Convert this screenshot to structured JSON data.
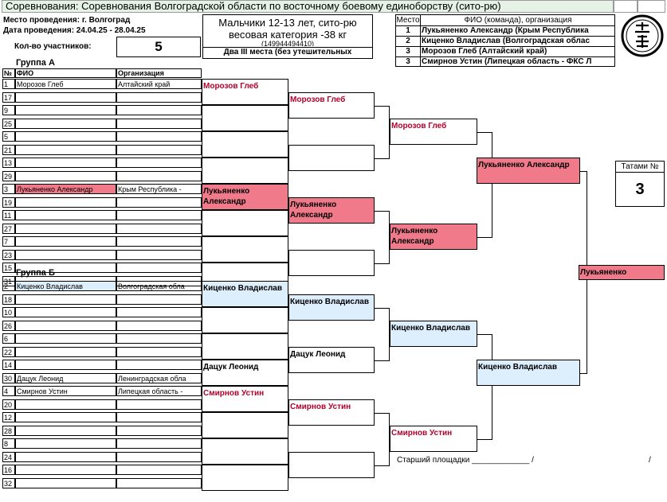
{
  "header": {
    "competition": "Соревнования: Соревнования Волгоградской области по восточному боевому единоборству (сито-рю)",
    "place": "Место проведения: г. Волгоград",
    "dates": "Дата проведения: 24.04.25 - 28.04.25",
    "participants_label": "Кол-во участников:",
    "participants_count": "5",
    "category_line1": "Мальчики 12-13 лет, сито-рю",
    "category_line2": "весовая категория -38 кг",
    "category_code": "(149944494410)",
    "third_place_note": "Два III места (без утешительных"
  },
  "winners": {
    "header_place": "Место",
    "header_name": "ФИО (команда), организация",
    "rows": [
      {
        "place": "1",
        "name": "Лукьяненко Александр  (Крым Республика"
      },
      {
        "place": "2",
        "name": "Киценко Владислав  (Волгоградская облас"
      },
      {
        "place": "3",
        "name": "Морозов Глеб  (Алтайский край)"
      },
      {
        "place": "3",
        "name": "Смирнов Устин  (Липецкая область - ФКС Л"
      }
    ]
  },
  "columns": {
    "no": "№",
    "fio": "ФИО",
    "org": "Организация"
  },
  "groups": {
    "a": "Группа А",
    "b": "Группа Б"
  },
  "group_a_slots": [
    {
      "no": "1",
      "fio": "Морозов  Глеб",
      "org": "Алтайский край"
    },
    {
      "no": "17",
      "fio": "",
      "org": ""
    },
    {
      "no": "9",
      "fio": "",
      "org": ""
    },
    {
      "no": "25",
      "fio": "",
      "org": ""
    },
    {
      "no": "5",
      "fio": "",
      "org": ""
    },
    {
      "no": "21",
      "fio": "",
      "org": ""
    },
    {
      "no": "13",
      "fio": "",
      "org": ""
    },
    {
      "no": "29",
      "fio": "",
      "org": ""
    },
    {
      "no": "3",
      "fio": "Лукьяненко Александр",
      "org": "Крым Республика  -"
    },
    {
      "no": "19",
      "fio": "",
      "org": ""
    },
    {
      "no": "11",
      "fio": "",
      "org": ""
    },
    {
      "no": "27",
      "fio": "",
      "org": ""
    },
    {
      "no": "7",
      "fio": "",
      "org": ""
    },
    {
      "no": "23",
      "fio": "",
      "org": ""
    },
    {
      "no": "15",
      "fio": "",
      "org": ""
    },
    {
      "no": "31",
      "fio": "",
      "org": ""
    }
  ],
  "group_b_slots": [
    {
      "no": "2",
      "fio": "Киценко Владислав",
      "org": "Волгоградская обла"
    },
    {
      "no": "18",
      "fio": "",
      "org": ""
    },
    {
      "no": "10",
      "fio": "",
      "org": ""
    },
    {
      "no": "26",
      "fio": "",
      "org": ""
    },
    {
      "no": "6",
      "fio": "",
      "org": ""
    },
    {
      "no": "22",
      "fio": "",
      "org": ""
    },
    {
      "no": "14",
      "fio": "",
      "org": ""
    },
    {
      "no": "30",
      "fio": "Дацук Леонид",
      "org": "Ленинградская обла"
    },
    {
      "no": "4",
      "fio": "Смирнов  Устин",
      "org": "Липецкая область -"
    },
    {
      "no": "20",
      "fio": "",
      "org": ""
    },
    {
      "no": "12",
      "fio": "",
      "org": ""
    },
    {
      "no": "28",
      "fio": "",
      "org": ""
    },
    {
      "no": "8",
      "fio": "",
      "org": ""
    },
    {
      "no": "24",
      "fio": "",
      "org": ""
    },
    {
      "no": "16",
      "fio": "",
      "org": ""
    },
    {
      "no": "32",
      "fio": "",
      "org": ""
    }
  ],
  "round1_a": [
    "Морозов Глеб",
    "",
    "",
    "",
    "Лукьяненко Александр",
    "",
    "",
    ""
  ],
  "round1_b": [
    "Киценко Владислав",
    "",
    "",
    "Дацук Леонид",
    "Смирнов Устин",
    "",
    "",
    ""
  ],
  "round2_a": [
    "Морозов Глеб",
    "",
    "Лукьяненко Александр",
    ""
  ],
  "round2_b": [
    "Киценко Владислав",
    "Дацук Леонид",
    "Смирнов Устин",
    ""
  ],
  "round3_a": [
    "Морозов Глеб",
    "Лукьяненко Александр"
  ],
  "round3_b": [
    "Киценко Владислав",
    "Смирнов Устин"
  ],
  "semifinal": [
    "Лукьяненко Александр",
    "Киценко Владислав"
  ],
  "final_winner": "Лукьяненко",
  "tatami": {
    "label": "Татами №",
    "number": "3"
  },
  "footer": {
    "referee": "Старший площадки _____________  /",
    "slash": "/"
  },
  "colors": {
    "winner_fill": "#f07a8a",
    "runner_fill": "#ddeefc",
    "name_red": "#b4002a",
    "title_fill": "#e6f2e6"
  }
}
